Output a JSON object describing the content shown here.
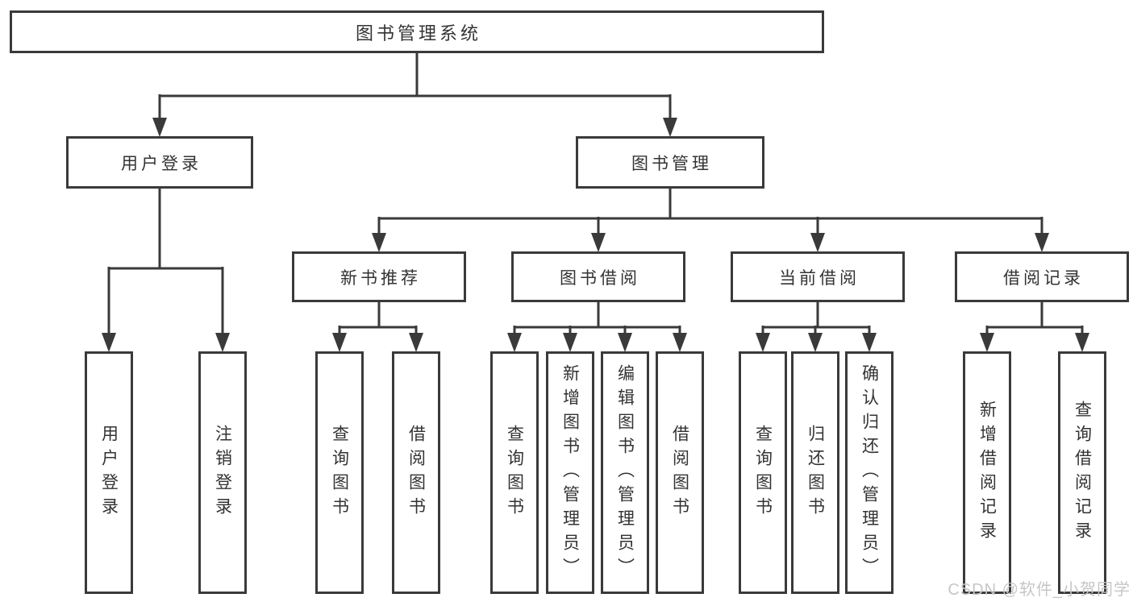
{
  "diagram": {
    "type": "hierarchy-tree",
    "root": {
      "label": "图书管理系统"
    },
    "level2": [
      {
        "label": "用户登录",
        "children": [
          {
            "label": "用户登录"
          },
          {
            "label": "注销登录"
          }
        ]
      },
      {
        "label": "图书管理"
      }
    ],
    "level3": [
      {
        "label": "新书推荐",
        "children": [
          {
            "label": "查询图书"
          },
          {
            "label": "借阅图书"
          }
        ]
      },
      {
        "label": "图书借阅",
        "children": [
          {
            "label": "查询图书"
          },
          {
            "label": "新增图书（管理员）"
          },
          {
            "label": "编辑图书（管理员）"
          },
          {
            "label": "借阅图书"
          }
        ]
      },
      {
        "label": "当前借阅",
        "children": [
          {
            "label": "查询图书"
          },
          {
            "label": "归还图书"
          },
          {
            "label": "确认归还（管理员）"
          }
        ]
      },
      {
        "label": "借阅记录",
        "children": [
          {
            "label": "新增借阅记录"
          },
          {
            "label": "查询借阅记录"
          }
        ]
      }
    ],
    "colors": {
      "line": "#3a3a3a",
      "box_border": "#3a3a3a",
      "box_fill": "#ffffff",
      "text": "#333333",
      "background": "#ffffff"
    }
  },
  "watermark": {
    "text": "CSDN @软件_小贺同学",
    "color": "#c6c6c6"
  }
}
